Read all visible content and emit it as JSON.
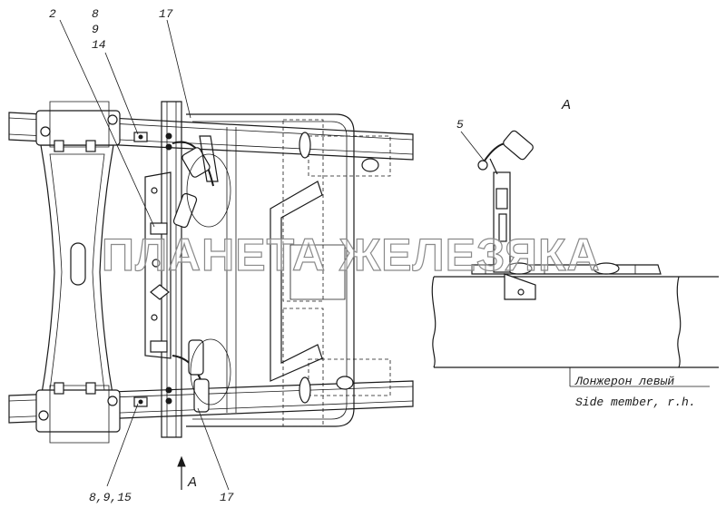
{
  "callouts": {
    "c2": "2",
    "c8": "8",
    "c9": "9",
    "c14": "14",
    "c17_top": "17",
    "c17_bottom": "17",
    "c8_9_15": "8,9,15",
    "c5": "5"
  },
  "view": {
    "label_top": "A",
    "label_arrow": "A"
  },
  "side_member": {
    "label_ru": "Лонжерон левый",
    "label_en": "Side member, r.h."
  },
  "watermark": {
    "text": "ПЛАНЕТА ЖЕЛЕЗЯКА"
  },
  "colors": {
    "line": "#1a1a1a",
    "watermark_stroke": "#8a8a8a",
    "background": "#ffffff"
  }
}
